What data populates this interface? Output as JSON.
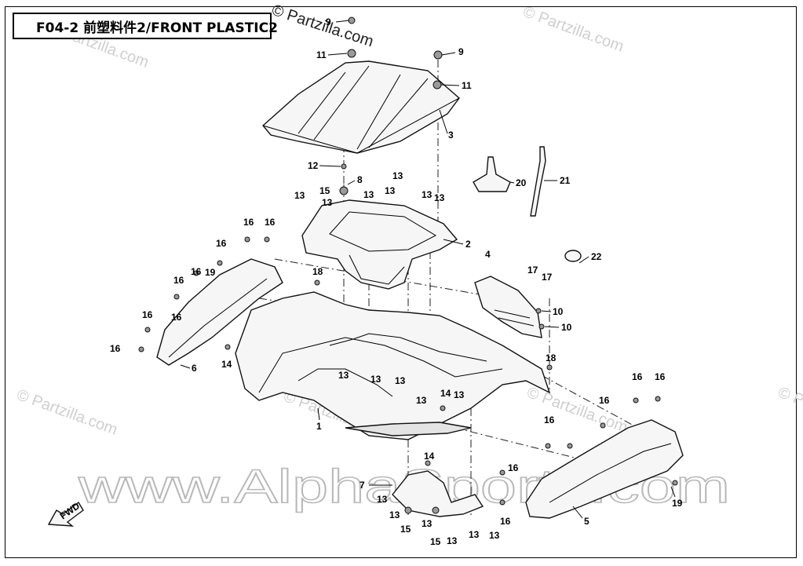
{
  "title": "F04-2 前塑料件2/FRONT PLASTIC2",
  "watermarks": {
    "partzilla": "© Partzilla.com",
    "alpha": "www.AlphaSports.com"
  },
  "fwd_label": "FWD",
  "callouts": [
    "9",
    "11",
    "9",
    "11",
    "3",
    "12",
    "8",
    "15",
    "13",
    "13",
    "13",
    "13",
    "13",
    "13",
    "2",
    "13",
    "20",
    "21",
    "16",
    "16",
    "16",
    "16",
    "16",
    "19",
    "16",
    "18",
    "4",
    "17",
    "17",
    "22",
    "10",
    "10",
    "16",
    "16",
    "6",
    "14",
    "13",
    "13",
    "13",
    "13",
    "18",
    "1",
    "14",
    "13",
    "16",
    "16",
    "16",
    "16",
    "5",
    "14",
    "7",
    "16",
    "16",
    "19",
    "13",
    "13",
    "15",
    "13",
    "15",
    "13",
    "13",
    "13"
  ]
}
